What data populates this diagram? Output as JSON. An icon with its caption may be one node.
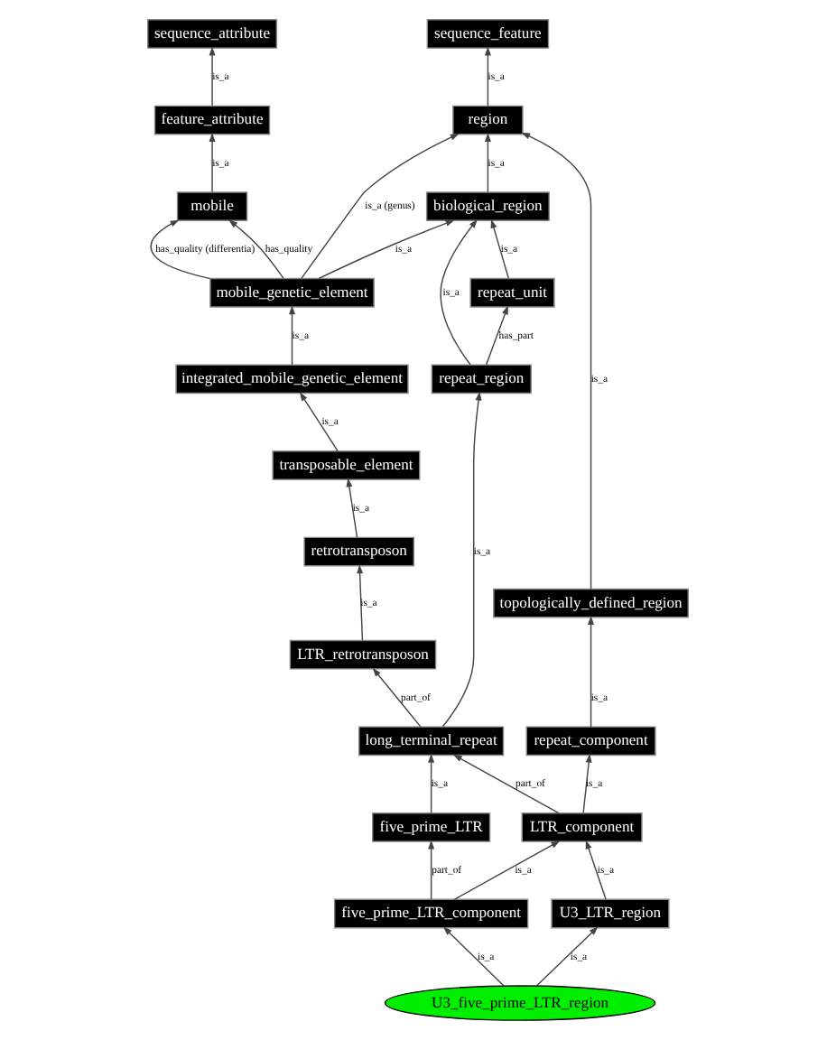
{
  "diagram": {
    "nodes": [
      {
        "text": [
          "sequence_attribute"
        ]
      },
      {
        "text": [
          "sequence_feature"
        ]
      },
      {
        "text": [
          "feature_attribute"
        ]
      },
      {
        "text": [
          "region"
        ]
      },
      {
        "text": [
          "mobile"
        ]
      },
      {
        "text": [
          "biological_region"
        ]
      },
      {
        "text": [
          "topologically_defined_region"
        ]
      },
      {
        "text": [
          "mobile_genetic_element"
        ]
      },
      {
        "text": [
          "repeat_unit"
        ]
      },
      {
        "text": [
          "repeat_component"
        ]
      },
      {
        "text": [
          "integrated_mobile_genetic_element"
        ]
      },
      {
        "text": [
          "repeat_region"
        ]
      },
      {
        "text": [
          "transposable_element"
        ]
      },
      {
        "text": [
          "retrotransposon"
        ]
      },
      {
        "text": [
          "LTR_retrotransposon"
        ]
      },
      {
        "text": [
          "long_terminal_repeat"
        ]
      },
      {
        "text": [
          "five_prime_LTR"
        ]
      },
      {
        "text": [
          "LTR_component"
        ]
      },
      {
        "text": [
          "five_prime_LTR_component"
        ]
      },
      {
        "text": [
          "U3_LTR_region"
        ]
      },
      {
        "text": [
          "U3_five_prime_LTR_region"
        ]
      }
    ],
    "edges": [
      {
        "from": 2,
        "to": 0,
        "arrow": "to",
        "label": "is_a"
      },
      {
        "from": 3,
        "to": 1,
        "arrow": "to",
        "label": "is_a"
      },
      {
        "from": 4,
        "to": 2,
        "arrow": "to",
        "label": "is_a"
      },
      {
        "from": 5,
        "to": 3,
        "arrow": "to",
        "label": "is_a"
      },
      {
        "from": 6,
        "to": 3,
        "arrow": "to",
        "label": "is_a"
      },
      {
        "from": 7,
        "to": 3,
        "arrow": "to",
        "label": "is_a (genus)"
      },
      {
        "from": 7,
        "to": 4,
        "arrow": "to",
        "label": "has_quality (differentia)"
      },
      {
        "from": 7,
        "to": 4,
        "arrow": "to",
        "label": "has_quality"
      },
      {
        "from": 7,
        "to": 5,
        "arrow": "to",
        "label": "is_a"
      },
      {
        "from": 8,
        "to": 5,
        "arrow": "to",
        "label": "is_a"
      },
      {
        "from": 11,
        "to": 5,
        "arrow": "to",
        "label": "is_a"
      },
      {
        "from": 11,
        "to": 8,
        "arrow": "to",
        "label": "has_part"
      },
      {
        "from": 9,
        "to": 6,
        "arrow": "to",
        "label": "is_a"
      },
      {
        "from": 10,
        "to": 7,
        "arrow": "to",
        "label": "is_a"
      },
      {
        "from": 12,
        "to": 10,
        "arrow": "to",
        "label": "is_a"
      },
      {
        "from": 13,
        "to": 12,
        "arrow": "to",
        "label": "is_a"
      },
      {
        "from": 14,
        "to": 13,
        "arrow": "to",
        "label": "is_a"
      },
      {
        "from": 15,
        "to": 14,
        "arrow": "to",
        "label": "part_of"
      },
      {
        "from": 15,
        "to": 11,
        "arrow": "to",
        "label": "is_a"
      },
      {
        "from": 16,
        "to": 15,
        "arrow": "to",
        "label": "is_a"
      },
      {
        "from": 17,
        "to": 15,
        "arrow": "to",
        "label": "part_of"
      },
      {
        "from": 17,
        "to": 9,
        "arrow": "to",
        "label": "is_a"
      },
      {
        "from": 18,
        "to": 16,
        "arrow": "to",
        "label": "part_of"
      },
      {
        "from": 18,
        "to": 17,
        "arrow": "to",
        "label": "is_a"
      },
      {
        "from": 19,
        "to": 17,
        "arrow": "to",
        "label": "is_a"
      },
      {
        "from": 20,
        "to": 18,
        "arrow": "to",
        "label": "is_a"
      },
      {
        "from": 20,
        "to": 19,
        "arrow": "to",
        "label": "is_a"
      }
    ]
  }
}
